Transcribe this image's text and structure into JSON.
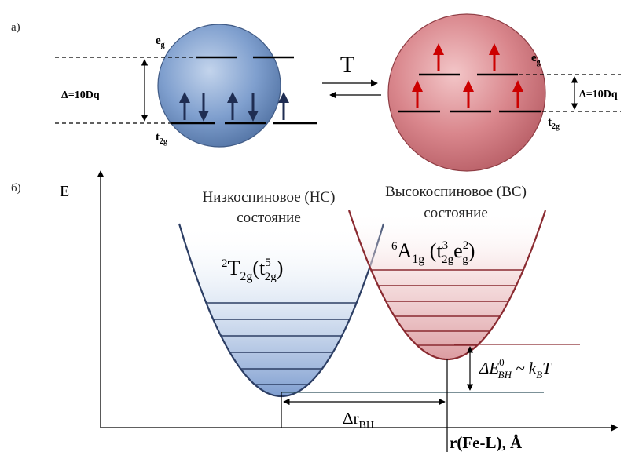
{
  "panel_a": {
    "label": "а)",
    "temperature": "T",
    "low_spin": {
      "eg_main": "e",
      "eg_sub": "g",
      "t2g_main": "t",
      "t2g_sub": "2g",
      "delta": "Δ=10Dq"
    },
    "high_spin": {
      "eg_main": "e",
      "eg_sub": "g",
      "t2g_main": "t",
      "t2g_sub": "2g",
      "delta": "Δ=10Dq"
    }
  },
  "panel_b": {
    "label": "б)",
    "y_axis_label": "E",
    "x_axis_label": "r(Fe-L), Å",
    "low_spin_title_line1": "Низкоспиновое (НС)",
    "low_spin_title_line2": "состояние",
    "high_spin_title_line1": "Высокоспиновое (ВС)",
    "high_spin_title_line2": "состояние",
    "ls_term": {
      "sup1": "2",
      "base": "T",
      "sub1": "2g",
      "open": "(t",
      "sup2": "5",
      "sub2": "2g",
      "close": ")"
    },
    "hs_term": {
      "sup1": "6",
      "base": "A",
      "sub1": "1g",
      "open": " (t",
      "sup2": "3",
      "sub2": "2g",
      "mid": "e",
      "sup3": "2",
      "sub3": "g",
      "close": ")"
    },
    "delta_r": {
      "main": "Δr",
      "sub": "BH"
    },
    "delta_e": {
      "main": "ΔE",
      "sup": "0",
      "sub": "BH",
      "approx": " ~ k",
      "kb_sub": "B",
      "t": "T"
    }
  },
  "colors": {
    "low_spin_fill": "#6f93c4",
    "high_spin_fill": "#d9868c",
    "arrow_low": "#1f2d52",
    "arrow_high": "#cc0000"
  }
}
